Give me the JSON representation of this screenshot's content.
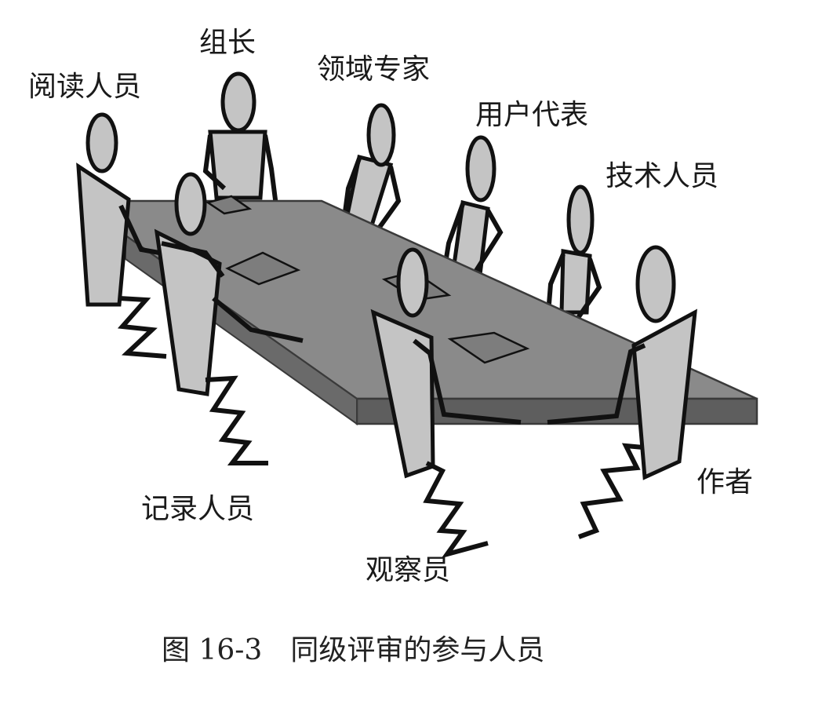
{
  "figure": {
    "caption": "图 16-3　同级评审的参与人员",
    "roles": {
      "reader": "阅读人员",
      "moderator": "组长",
      "domain_expert": "领域专家",
      "user_rep": "用户代表",
      "tech_staff": "技术人员",
      "recorder": "记录人员",
      "observer": "观察员",
      "author": "作者"
    }
  },
  "colors": {
    "table_top": "#8a8a8a",
    "table_edge": "#5e5e5e",
    "figure_fill": "#c4c4c4",
    "outline": "#111111"
  }
}
